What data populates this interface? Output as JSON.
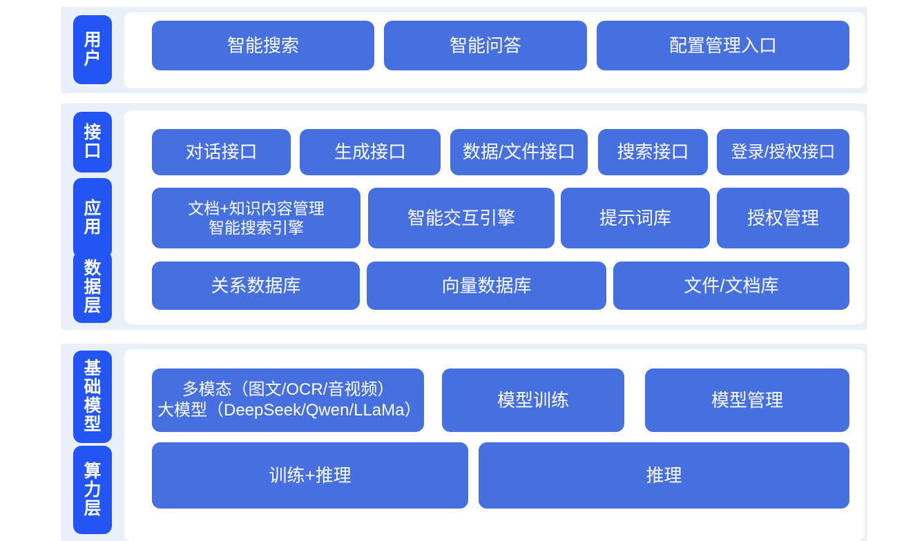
{
  "colors": {
    "page_background": "#ffffff",
    "band_background": "#eaf0f9",
    "panel_background": "#ffffff",
    "layer_tag": "#2355f5",
    "box": "#4670e0",
    "box_text": "#ffffff"
  },
  "sections": {
    "user": {
      "layer_label": "用户",
      "boxes": [
        {
          "label": "智能搜索"
        },
        {
          "label": "智能问答"
        },
        {
          "label": "配置管理入口"
        }
      ]
    },
    "interface": {
      "layer_label": "接口",
      "boxes": [
        {
          "label": "对话接口"
        },
        {
          "label": "生成接口"
        },
        {
          "label": "数据/文件接口"
        },
        {
          "label": "搜索接口"
        },
        {
          "label": "登录/授权接口"
        }
      ]
    },
    "application": {
      "layer_label": "应用",
      "boxes": [
        {
          "line1": "文档+知识内容管理",
          "line2": "智能搜索引擎"
        },
        {
          "label": "智能交互引擎"
        },
        {
          "label": "提示词库"
        },
        {
          "label": "授权管理"
        }
      ]
    },
    "data": {
      "layer_label": "数据层",
      "boxes": [
        {
          "label": "关系数据库"
        },
        {
          "label": "向量数据库"
        },
        {
          "label": "文件/文档库"
        }
      ]
    },
    "foundation": {
      "layer_label": "基础模型",
      "boxes": [
        {
          "line1": "多模态（图文/OCR/音视频）",
          "line2": "大模型（DeepSeek/Qwen/LLaMa）"
        },
        {
          "label": "模型训练"
        },
        {
          "label": "模型管理"
        }
      ]
    },
    "compute": {
      "layer_label": "算力层",
      "boxes": [
        {
          "label": "训练+推理"
        },
        {
          "label": "推理"
        }
      ]
    }
  }
}
